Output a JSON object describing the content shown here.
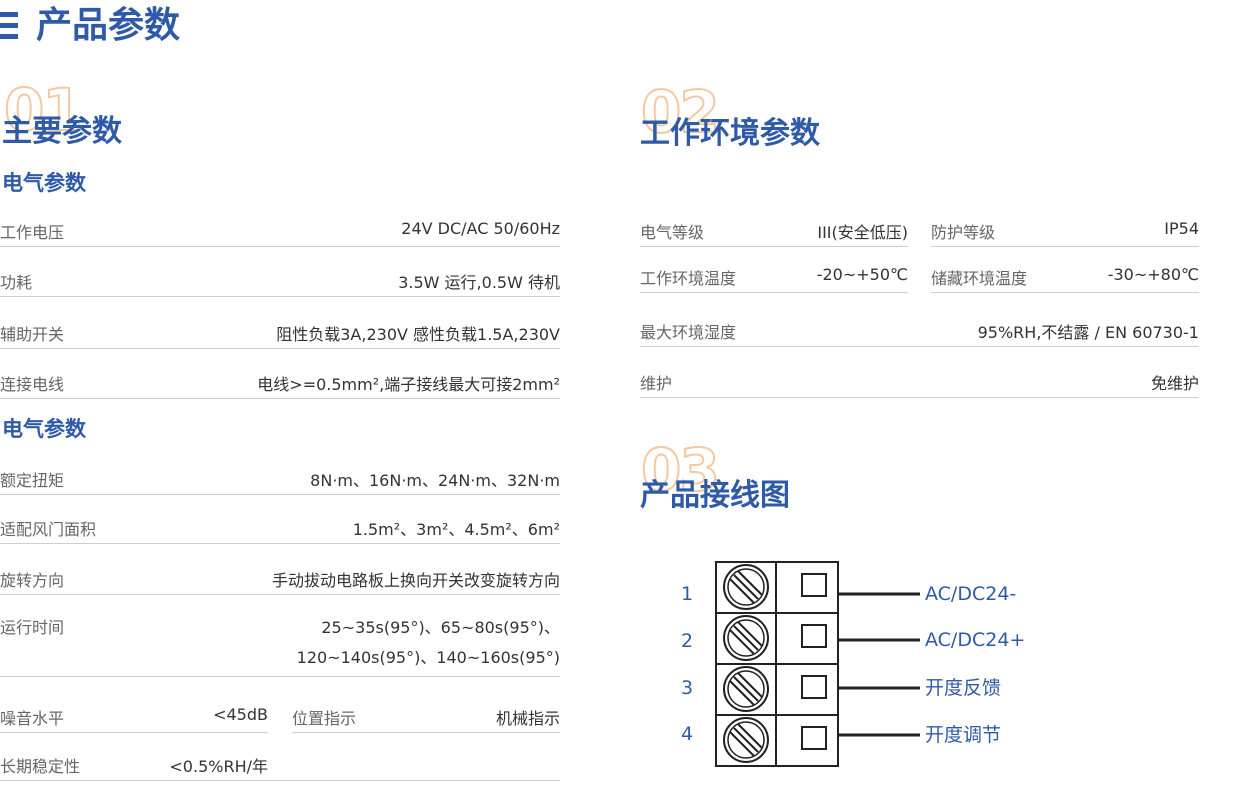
{
  "page_title": "产品参数",
  "section1": {
    "number": "01",
    "title": "主要参数",
    "group1": {
      "title": "电气参数",
      "rows": [
        {
          "label": "工作电压",
          "value": "24V DC/AC 50/60Hz"
        },
        {
          "label": "功耗",
          "value": "3.5W 运行,0.5W 待机"
        },
        {
          "label": "辅助开关",
          "value": "阻性负载3A,230V 感性负载1.5A,230V"
        },
        {
          "label": "连接电线",
          "value": "电线>=0.5mm²,端子接线最大可接2mm²"
        }
      ]
    },
    "group2": {
      "title": "电气参数",
      "rows": [
        {
          "label": "额定扭矩",
          "value": "8N·m、16N·m、24N·m、32N·m"
        },
        {
          "label": "适配风门面积",
          "value": "1.5m²、3m²、4.5m²、6m²"
        },
        {
          "label": "旋转方向",
          "value": "手动拔动电路板上换向开关改变旋转方向"
        },
        {
          "label": "运行时间",
          "value": "25~35s(95°)、65~80s(95°)、",
          "value2": "120~140s(95°)、140~160s(95°)"
        }
      ],
      "pair_rows": [
        {
          "label": "噪音水平",
          "value": "<45dB",
          "label2": "位置指示",
          "value2": "机械指示"
        },
        {
          "label": "长期稳定性",
          "value": "<0.5%RH/年"
        }
      ]
    }
  },
  "section2": {
    "number": "02",
    "title": "工作环境参数",
    "pair_rows": [
      {
        "label": "电气等级",
        "value": "III(安全低压)",
        "label2": "防护等级",
        "value2": "IP54"
      },
      {
        "label": "工作环境温度",
        "value": "-20~+50℃",
        "label2": "储藏环境温度",
        "value2": "-30~+80℃"
      }
    ],
    "rows": [
      {
        "label": "最大环境湿度",
        "value": "95%RH,不结露 / EN 60730-1"
      },
      {
        "label": "维护",
        "value": "免维护"
      }
    ]
  },
  "section3": {
    "number": "03",
    "title": "产品接线图",
    "terminals": [
      {
        "number": "1",
        "label": "AC/DC24-"
      },
      {
        "number": "2",
        "label": "AC/DC24+"
      },
      {
        "number": "3",
        "label": "开度反馈"
      },
      {
        "number": "4",
        "label": "开度调节"
      }
    ]
  },
  "colors": {
    "accent": "#2f5aa8",
    "number_outline": "#f3c9a4",
    "divider": "#cfcfcf"
  },
  "icons": {
    "title_marker": "three-bar-icon",
    "terminal_screw": "screw-icon",
    "terminal_slot": "square-slot-icon"
  }
}
